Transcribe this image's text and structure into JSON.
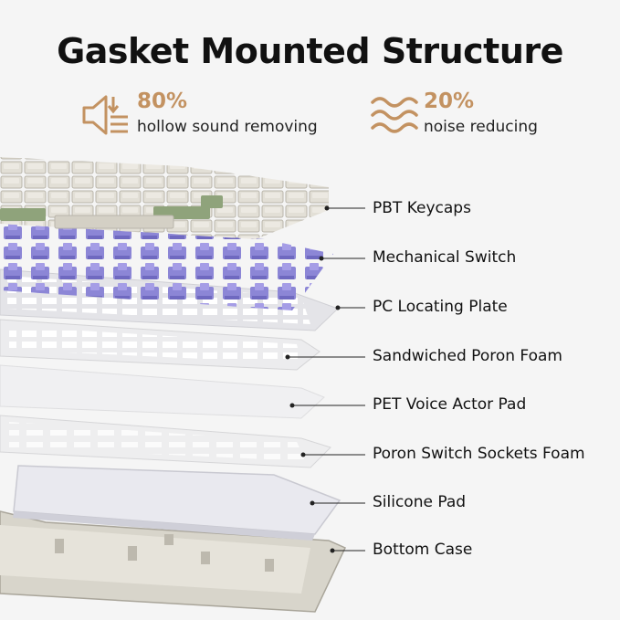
{
  "title": "Gasket Mounted Structure",
  "stats": [
    {
      "value": "80%",
      "text": "hollow sound removing",
      "icon": "speaker-mute-icon"
    },
    {
      "value": "20%",
      "text": "noise reducing",
      "icon": "sound-wave-icon"
    }
  ],
  "layers": [
    "PBT Keycaps",
    "Mechanical Switch",
    "PC Locating Plate",
    "Sandwiched Poron Foam",
    "PET Voice Actor Pad",
    "Poron Switch Sockets Foam",
    "Silicone Pad",
    "Bottom Case"
  ],
  "colors": {
    "accent": "#c39261",
    "keycap": "#d9d6cc",
    "keycap_accent": "#8fa37b",
    "switch": "#8c86d6",
    "plate": "#e8e8ea",
    "case": "#d8d5cb"
  }
}
